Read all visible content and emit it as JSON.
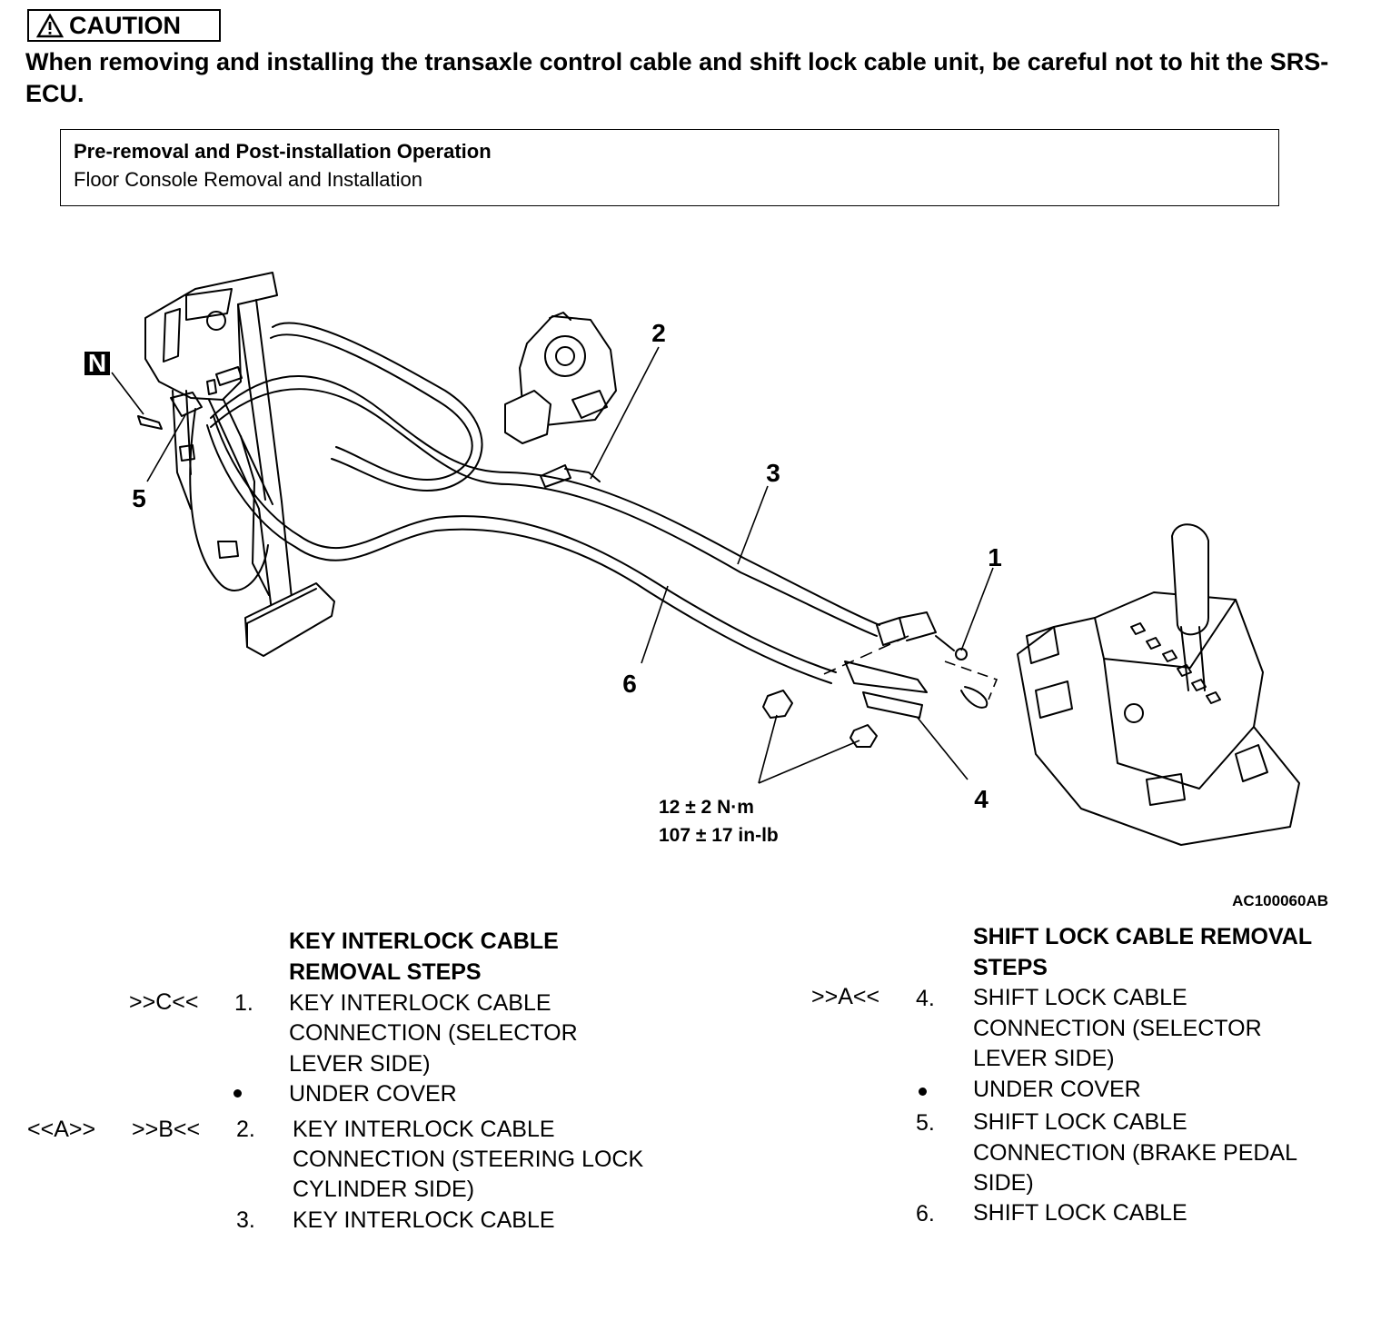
{
  "caution": {
    "label": "CAUTION",
    "text": "When removing and installing the transaxle control cable and shift lock cable unit, be careful not to hit the SRS-ECU."
  },
  "operation_box": {
    "title": "Pre-removal and Post-installation Operation",
    "item": "Floor Console Removal and Installation"
  },
  "diagram": {
    "callouts": [
      "1",
      "2",
      "3",
      "4",
      "5",
      "6"
    ],
    "n_marker": "N",
    "torque_nm": "12 ± 2 N·m",
    "torque_inlb": "107 ± 17 in-lb",
    "figure_id": "AC100060AB"
  },
  "key_interlock": {
    "heading_line1": "KEY INTERLOCK CABLE",
    "heading_line2": "REMOVAL STEPS",
    "step1": {
      "ref": ">>C<<",
      "num": "1.",
      "line1": "KEY INTERLOCK CABLE",
      "line2": "CONNECTION (SELECTOR",
      "line3": "LEVER SIDE)"
    },
    "bullet": "UNDER COVER",
    "step2": {
      "ref_install": "<<A>>",
      "ref": ">>B<<",
      "num": "2.",
      "line1": "KEY INTERLOCK CABLE",
      "line2": "CONNECTION (STEERING LOCK",
      "line3": "CYLINDER SIDE)"
    },
    "step3": {
      "num": "3.",
      "line1": "KEY INTERLOCK CABLE"
    }
  },
  "shift_lock": {
    "heading_line1": "SHIFT LOCK CABLE REMOVAL",
    "heading_line2": "STEPS",
    "step4": {
      "ref": ">>A<<",
      "num": "4.",
      "line1": "SHIFT LOCK CABLE",
      "line2": "CONNECTION (SELECTOR",
      "line3": "LEVER SIDE)"
    },
    "bullet": "UNDER COVER",
    "step5": {
      "num": "5.",
      "line1": "SHIFT LOCK CABLE",
      "line2": "CONNECTION (BRAKE PEDAL",
      "line3": "SIDE)"
    },
    "step6": {
      "num": "6.",
      "line1": "SHIFT LOCK CABLE"
    }
  }
}
